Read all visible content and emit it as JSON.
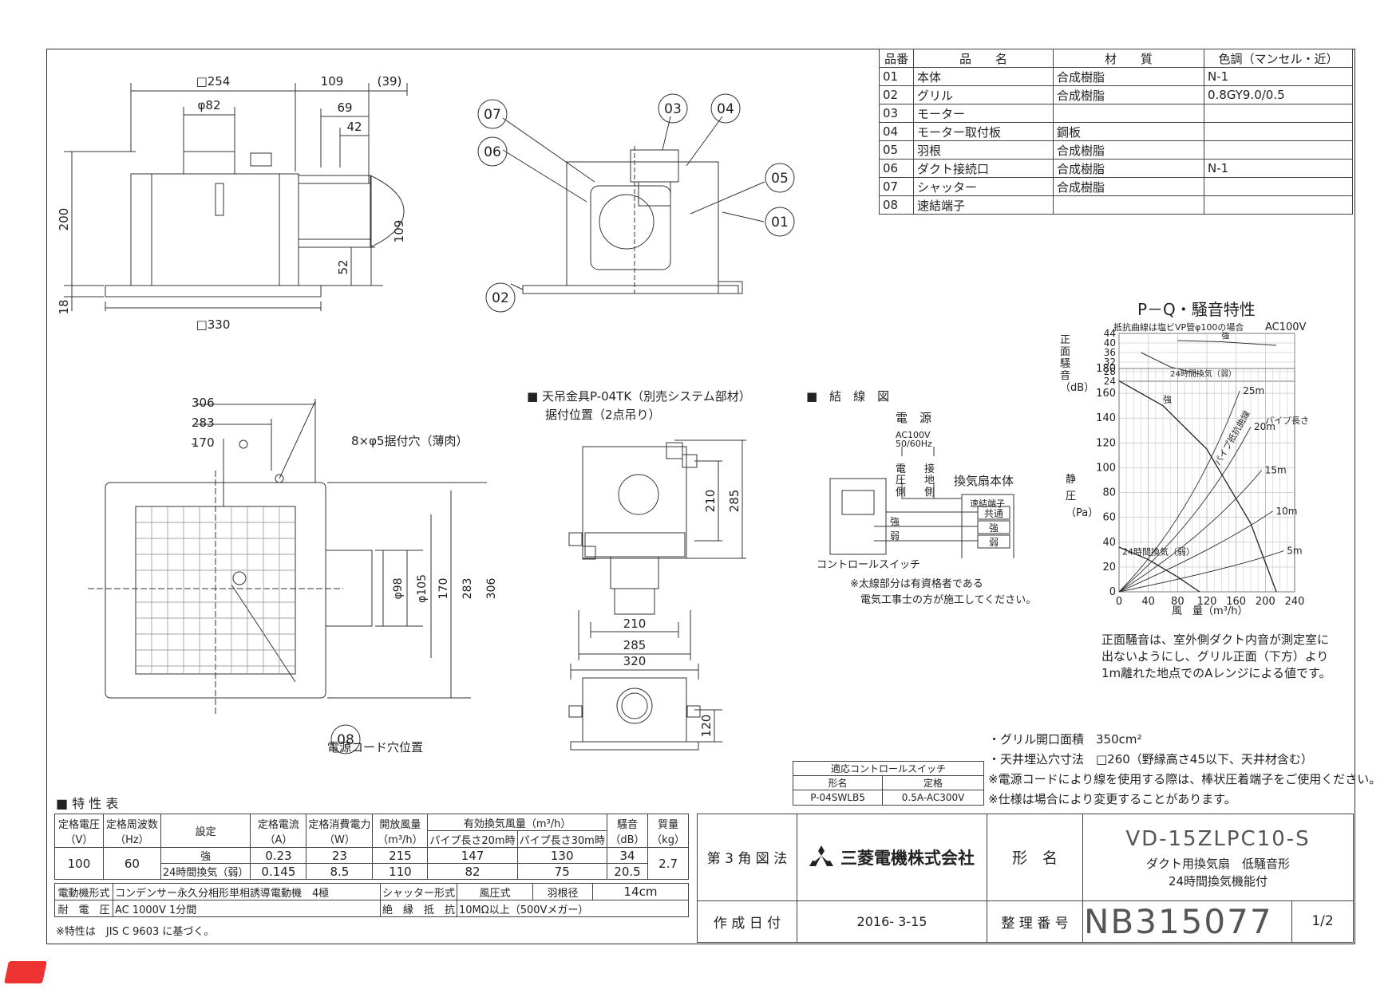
{
  "parts_table": {
    "headers": [
      "品番",
      "品　　名",
      "材　　質",
      "色調（マンセル・近）"
    ],
    "rows": [
      [
        "01",
        "本体",
        "合成樹脂",
        "N-1"
      ],
      [
        "02",
        "グリル",
        "合成樹脂",
        "0.8GY9.0/0.5"
      ],
      [
        "03",
        "モーター",
        "",
        ""
      ],
      [
        "04",
        "モーター取付板",
        "鋼板",
        ""
      ],
      [
        "05",
        "羽根",
        "合成樹脂",
        ""
      ],
      [
        "06",
        "ダクト接続口",
        "合成樹脂",
        "N-1"
      ],
      [
        "07",
        "シャッター",
        "合成樹脂",
        ""
      ],
      [
        "08",
        "速結端子",
        "",
        ""
      ]
    ]
  },
  "dims": {
    "d254": "□254",
    "d109": "109",
    "d39": "(39)",
    "d82": "φ82",
    "d69": "69",
    "d42": "42",
    "d200": "200",
    "d18": "18",
    "d52": "52",
    "d109v": "109",
    "d330": "□330",
    "d306": "306",
    "d283": "283",
    "d170": "170",
    "d98": "φ98",
    "d105": "φ105",
    "d170v": "170",
    "d283v": "283",
    "d306v": "306",
    "d210": "210",
    "d285": "285",
    "d210h": "210",
    "d285h": "285",
    "d320": "320",
    "d120": "120"
  },
  "callouts": [
    "01",
    "02",
    "03",
    "04",
    "05",
    "06",
    "07",
    "08"
  ],
  "labels": {
    "mount_holes": "8×φ5据付穴（薄肉）",
    "cord_hole": "電源コード穴位置",
    "hanger_title": "■ 天吊金具P-04TK（別売システム部材）",
    "hanger_sub": "据付位置（2点吊り）",
    "wiring_title": "■　結　線　図",
    "power": "電　源",
    "ac": "AC100V",
    "hz": "50/60Hz",
    "voltage_side": "電圧側",
    "ground_side": "接地側",
    "unit": "換気扇本体",
    "terminal": "速結端子",
    "common": "共通",
    "strong": "強",
    "weak": "弱",
    "strong_sw": "強",
    "weak_sw": "弱",
    "control_switch": "コントロールスイッチ",
    "note1": "※太線部分は有資格者である",
    "note2": "電気工事士の方が施工してください。"
  },
  "chart_data": {
    "type": "line",
    "title": "P－Q・騒音特性",
    "note": "抵抗曲線は塩ビVP管φ100の場合",
    "supply": "AC100V",
    "noise_ylabel": "正面騒音（dB）",
    "noise_yticks": [
      24,
      28,
      32,
      36,
      40,
      44
    ],
    "pressure_ylabel": "静圧（Pa）",
    "pressure_yticks": [
      0,
      20,
      40,
      60,
      80,
      100,
      120,
      140,
      160,
      180
    ],
    "xlabel": "風　量（m³/h）",
    "xticks": [
      0,
      40,
      80,
      120,
      160,
      200,
      240
    ],
    "xlim": [
      0,
      240
    ],
    "ylim": [
      0,
      180
    ],
    "pipe_label": "パイプ長さ",
    "resistance_label": "パイプ抵抗曲線",
    "series": [
      {
        "name": "強",
        "x": [
          0,
          60,
          120,
          180,
          215
        ],
        "y": [
          170,
          150,
          115,
          55,
          0
        ]
      },
      {
        "name": "24時間換気（弱）",
        "x": [
          0,
          40,
          80,
          110
        ],
        "y": [
          36,
          26,
          12,
          0
        ]
      }
    ],
    "noise_series": [
      {
        "name": "強",
        "x": [
          80,
          140,
          215
        ],
        "y": [
          41,
          40.5,
          39
        ]
      },
      {
        "name": "24時間換気（弱）",
        "x": [
          30,
          70,
          110
        ],
        "y": [
          36,
          30,
          27
        ]
      }
    ],
    "pipe_curves": [
      {
        "label": "25m",
        "x": [
          0,
          100,
          165
        ],
        "y": [
          0,
          60,
          162
        ]
      },
      {
        "label": "20m",
        "x": [
          0,
          110,
          180
        ],
        "y": [
          0,
          55,
          133
        ]
      },
      {
        "label": "15m",
        "x": [
          0,
          120,
          195
        ],
        "y": [
          0,
          45,
          98
        ]
      },
      {
        "label": "10m",
        "x": [
          0,
          135,
          210
        ],
        "y": [
          0,
          35,
          65
        ]
      },
      {
        "label": "5m",
        "x": [
          0,
          150,
          225
        ],
        "y": [
          0,
          18,
          33
        ]
      }
    ]
  },
  "noise_note": [
    "正面騒音は、室外側ダクト内音が測定室に",
    "出ないようにし、グリル正面（下方）より",
    "1m離れた地点でのAレンジによる値です。"
  ],
  "notes": [
    "・グリル開口面積　350cm²",
    "・天井埋込穴寸法　□260（野縁高さ45以下、天井材含む）",
    "※電源コードにより線を使用する際は、棒状圧着端子をご使用ください。",
    "※仕様は場合により変更することがあります。"
  ],
  "control_switch_table": {
    "title": "適応コントロールスイッチ",
    "headers": [
      "形名",
      "定格"
    ],
    "row": [
      "P-04SWLB5",
      "0.5A-AC300V"
    ]
  },
  "spec": {
    "title": "■ 特 性 表",
    "h_voltage": "定格電圧",
    "h_voltage_u": "（V）",
    "h_freq": "定格周波数",
    "h_freq_u": "（Hz）",
    "h_setting": "設定",
    "h_current": "定格電流",
    "h_current_u": "（A）",
    "h_power": "定格消費電力",
    "h_power_u": "（W）",
    "h_open": "開放風量",
    "h_open_u": "（m³/h）",
    "h_effective": "有効換気風量（m³/h）",
    "h_pipe20": "パイプ長さ20m時",
    "h_pipe30": "パイプ長さ30m時",
    "h_noise": "騒音",
    "h_noise_u": "（dB）",
    "h_mass": "質量",
    "h_mass_u": "（kg）",
    "voltage": "100",
    "freq": "60",
    "mass": "2.7",
    "rows": [
      [
        "強",
        "0.23",
        "23",
        "215",
        "147",
        "130",
        "34"
      ],
      [
        "24時間換気（弱）",
        "0.145",
        "8.5",
        "110",
        "82",
        "75",
        "20.5"
      ]
    ],
    "motor_label": "電動機形式",
    "motor_val": "コンデンサー永久分相形単相誘導電動機　4極",
    "shutter_label": "シャッター形式",
    "shutter_val": "風圧式",
    "blade_label": "羽根径",
    "blade_val": "14cm",
    "withstand_label": "耐　電　圧",
    "withstand_val": "AC 1000V 1分間",
    "insul_label": "絶　縁　抵　抗",
    "insul_val": "10MΩ以上（500Vメガー）",
    "footnote": "※特性は　JIS C 9603 に基づく。"
  },
  "title_block": {
    "projection": "第 3 角 図 法",
    "company": "三菱電機株式会社",
    "form_label": "形　名",
    "model": "VD-15ZLPC10-S",
    "desc1": "ダクト用換気扇　低騒音形",
    "desc2": "24時間換気機能付",
    "date_label": "作 成 日 付",
    "date": "2016- 3-15",
    "ref_label": "整 理 番 号",
    "ref": "NB315077",
    "page": "1/2"
  }
}
